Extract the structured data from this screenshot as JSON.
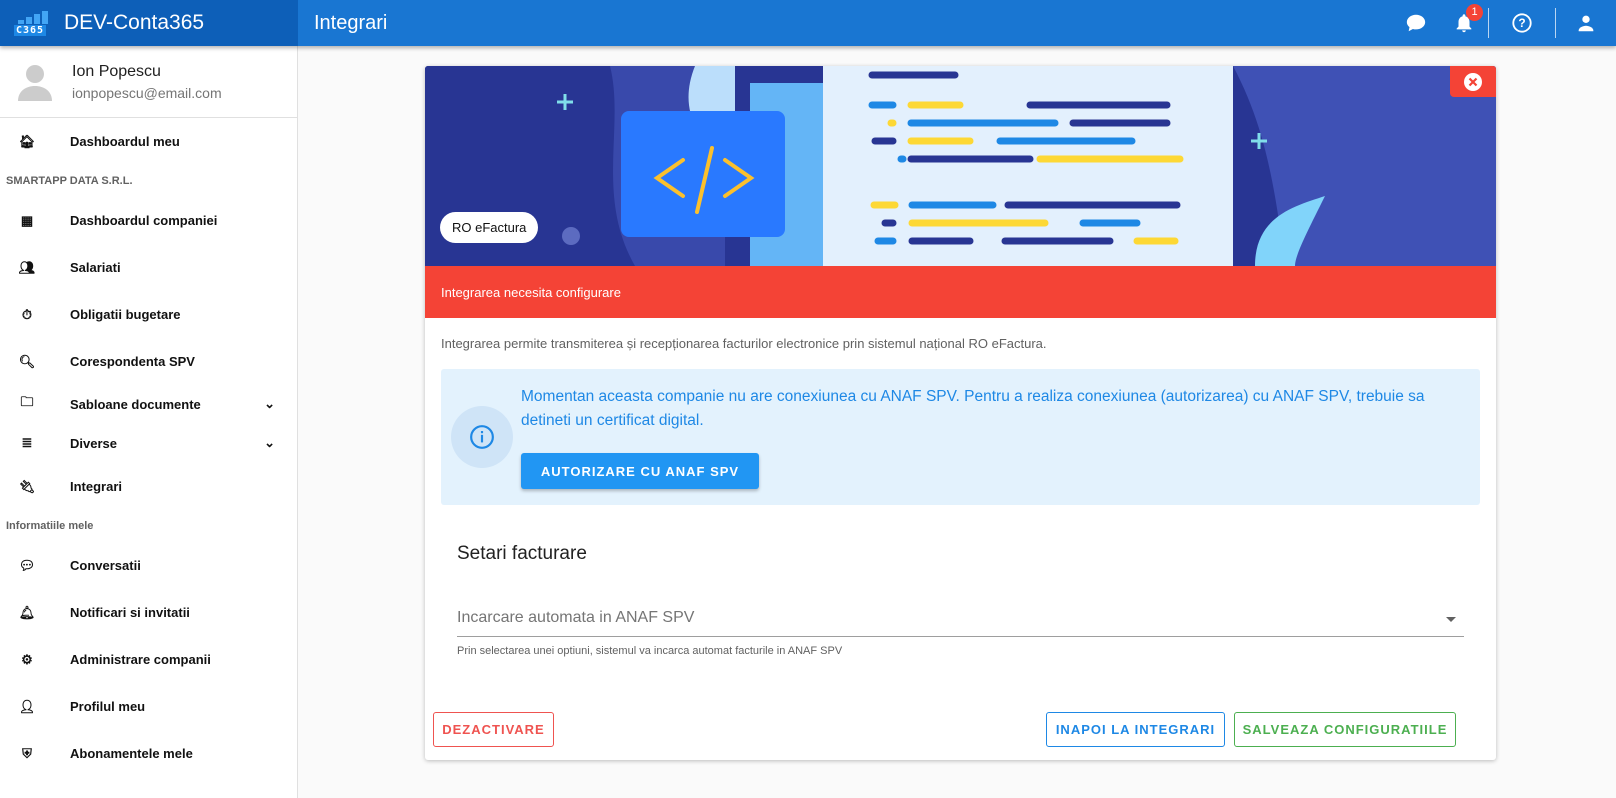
{
  "app": {
    "name": "DEV-Conta365",
    "logo_text": "C365",
    "page_title": "Integrari",
    "notification_count": "1"
  },
  "user": {
    "name": "Ion Popescu",
    "email": "ionpopescu@email.com"
  },
  "sidebar": {
    "top_item": "Dashboardul meu",
    "company_section": "SMARTAPP DATA S.R.L.",
    "company_items": [
      "Dashboardul companiei",
      "Salariati",
      "Obligatii bugetare",
      "Corespondenta SPV",
      "Sabloane documente",
      "Diverse",
      "Integrari"
    ],
    "personal_section": "Informatiile mele",
    "personal_items": [
      "Conversatii",
      "Notificari si invitatii",
      "Administrare companii",
      "Profilul meu",
      "Abonamentele mele"
    ]
  },
  "integration": {
    "chip": "RO eFactura",
    "alert": "Integrarea necesita configurare",
    "description": "Integrarea permite transmiterea și recepționarea facturilor electronice prin sistemul național RO eFactura.",
    "info_message": "Momentan aceasta companie nu are conexiunea cu ANAF SPV. Pentru a realiza conexiunea (autorizarea) cu ANAF SPV, trebuie sa detineti un certificat digital.",
    "authorize_button": "AUTORIZARE CU ANAF SPV",
    "settings_title": "Setari facturare",
    "select_label": "Incarcare automata in ANAF SPV",
    "select_hint": "Prin selectarea unei optiuni, sistemul va incarca automat facturile in ANAF SPV",
    "deactivate_button": "DEZACTIVARE",
    "back_button": "INAPOI LA INTEGRARI",
    "save_button": "SALVEAZA CONFIGURATIILE"
  },
  "colors": {
    "primary": "#1976d2",
    "danger": "#f44336",
    "success": "#4caf50",
    "info": "#2196f3"
  }
}
